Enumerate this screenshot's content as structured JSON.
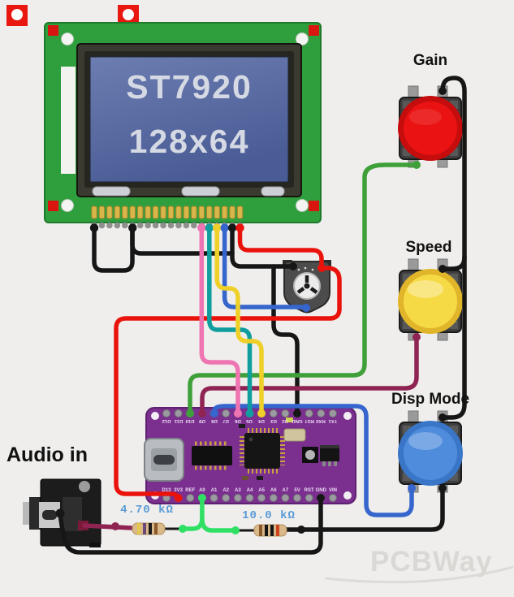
{
  "palette": {
    "black": "#161616",
    "red": "#ea130c",
    "blue": "#3565cd",
    "green": "#3fa03a",
    "bright_green": "#2fe065",
    "maroon": "#8f2453",
    "pink": "#ef74b2",
    "teal": "#0f9d9d",
    "yellow": "#eed028",
    "label_blue": "#5b9bd5",
    "lcd_pcb": "#2f9f3d",
    "nano_board": "#7b2f8f",
    "btn_red": "#ea1212",
    "btn_yellow": "#f6da45",
    "btn_blue": "#4f8cdc"
  },
  "lcd": {
    "line1": "ST7920",
    "line2": "128x64",
    "pins": [
      "black",
      null,
      null,
      null,
      null,
      "black",
      null,
      null,
      null,
      null,
      null,
      null,
      null,
      null,
      "pink",
      "teal",
      "yellow",
      "blue",
      "black",
      "red"
    ]
  },
  "buttons": [
    {
      "label": "Gain",
      "color": "red"
    },
    {
      "label": "Speed",
      "color": "yellow"
    },
    {
      "label": "Disp Mode",
      "color": "blue"
    }
  ],
  "audio": {
    "label": "Audio in"
  },
  "resistors": [
    {
      "value": "4.70 kΩ"
    },
    {
      "value": "10.0 kΩ"
    }
  ],
  "nano": {
    "top_pins": [
      "D12",
      "D11",
      "D10",
      "D9",
      "D8",
      "D7",
      "D6",
      "D5",
      "D4",
      "D3",
      "D2",
      "GND",
      "RST",
      "RX0",
      "TX1"
    ],
    "bottom_pins": [
      "D13",
      "3V3",
      "REF",
      "A0",
      "A1",
      "A2",
      "A3",
      "A4",
      "A5",
      "A6",
      "A7",
      "5V",
      "RST",
      "GND",
      "VIN"
    ]
  },
  "watermark": {
    "text": "PCBWay"
  }
}
